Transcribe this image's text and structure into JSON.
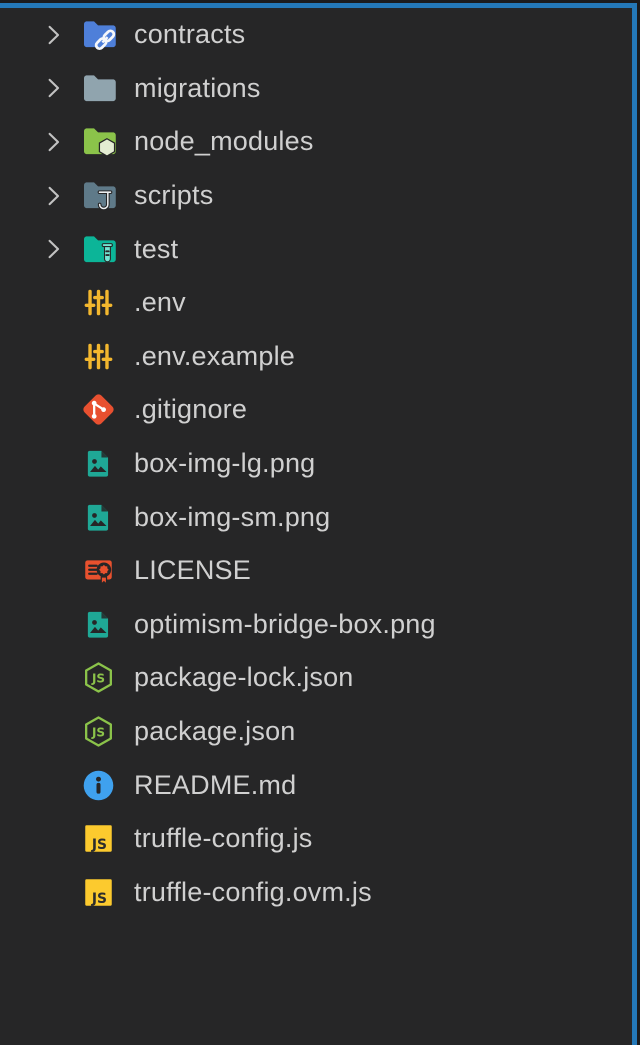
{
  "explorer": {
    "items": [
      {
        "label": "contracts",
        "type": "folder",
        "icon": "folder-contracts-icon",
        "expandable": true
      },
      {
        "label": "migrations",
        "type": "folder",
        "icon": "folder-icon",
        "expandable": true
      },
      {
        "label": "node_modules",
        "type": "folder",
        "icon": "folder-node-icon",
        "expandable": true
      },
      {
        "label": "scripts",
        "type": "folder",
        "icon": "folder-scripts-icon",
        "expandable": true
      },
      {
        "label": "test",
        "type": "folder",
        "icon": "folder-test-icon",
        "expandable": true
      },
      {
        "label": ".env",
        "type": "file",
        "icon": "tune-icon",
        "expandable": false
      },
      {
        "label": ".env.example",
        "type": "file",
        "icon": "tune-icon",
        "expandable": false
      },
      {
        "label": ".gitignore",
        "type": "file",
        "icon": "git-icon",
        "expandable": false
      },
      {
        "label": "box-img-lg.png",
        "type": "file",
        "icon": "image-icon",
        "expandable": false
      },
      {
        "label": "box-img-sm.png",
        "type": "file",
        "icon": "image-icon",
        "expandable": false
      },
      {
        "label": "LICENSE",
        "type": "file",
        "icon": "certificate-icon",
        "expandable": false
      },
      {
        "label": "optimism-bridge-box.png",
        "type": "file",
        "icon": "image-icon",
        "expandable": false
      },
      {
        "label": "package-lock.json",
        "type": "file",
        "icon": "nodejs-icon",
        "expandable": false
      },
      {
        "label": "package.json",
        "type": "file",
        "icon": "nodejs-icon",
        "expandable": false
      },
      {
        "label": "README.md",
        "type": "file",
        "icon": "readme-icon",
        "expandable": false
      },
      {
        "label": "truffle-config.js",
        "type": "file",
        "icon": "javascript-icon",
        "expandable": false
      },
      {
        "label": "truffle-config.ovm.js",
        "type": "file",
        "icon": "javascript-icon",
        "expandable": false
      }
    ]
  },
  "colors": {
    "background": "#262627",
    "outer_edge": "#1b1b1d",
    "focus_border": "#2478b8",
    "text": "#d0d0d0",
    "chevron": "#c2c2c2",
    "folder_default": "#90a4ae",
    "folder_contracts_blue": "#4e7fd9",
    "folder_node_green": "#8bc34a",
    "folder_scripts_slate": "#5f7a89",
    "folder_test_teal": "#0cb598",
    "link_glyph": "#f5f7fa",
    "hexagon_glyph": "#e4edd2",
    "scroll_glyph": "#eceff1",
    "tube_glyph": "#74e4d3",
    "env_amber": "#f3b72e",
    "git_orange": "#e85030",
    "image_teal": "#1fa896",
    "license_orange": "#e8512e",
    "nodejs_green": "#8bc34a",
    "readme_blue": "#3fa1ee",
    "js_yellow": "#fcca2e",
    "glyph_dark": "#262627"
  }
}
